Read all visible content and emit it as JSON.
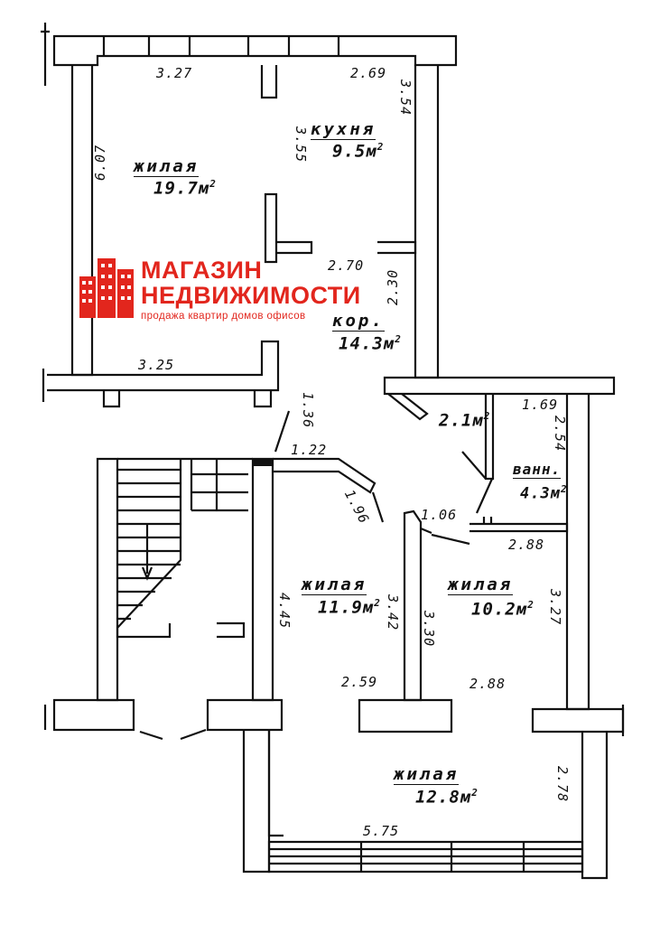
{
  "rooms": {
    "living_1": {
      "name": "жилая",
      "area": "19.7",
      "unit": "м",
      "power": "2"
    },
    "kitchen": {
      "name": "кухня",
      "area": "9.5",
      "unit": "м",
      "power": "2"
    },
    "corridor": {
      "name": "кор.",
      "area": "14.3",
      "unit": "м",
      "power": "2"
    },
    "closet": {
      "area": "2.1",
      "unit": "м",
      "power": "2"
    },
    "bathroom": {
      "name": "ванн.",
      "area": "4.3",
      "unit": "м",
      "power": "2"
    },
    "living_2": {
      "name": "жилая",
      "area": "11.9",
      "unit": "м",
      "power": "2"
    },
    "living_3": {
      "name": "жилая",
      "area": "10.2",
      "unit": "м",
      "power": "2"
    },
    "living_4": {
      "name": "жилая",
      "area": "12.8",
      "unit": "м",
      "power": "2"
    }
  },
  "dimensions": {
    "d_3_27": "3.27",
    "d_2_69": "2.69",
    "d_3_54": "3.54",
    "d_6_07": "6.07",
    "d_3_55": "3.55",
    "d_2_70": "2.70",
    "d_2_30": "2.30",
    "d_3_25": "3.25",
    "d_1_36": "1.36",
    "d_1_22": "1.22",
    "d_1_96": "1.96",
    "d_1_69": "1.69",
    "d_2_54": "2.54",
    "d_1_06": "1.06",
    "d_2_88_top": "2.88",
    "d_4_45": "4.45",
    "d_3_42": "3.42",
    "d_3_30": "3.30",
    "d_3_27b": "3.27",
    "d_2_59": "2.59",
    "d_2_88": "2.88",
    "d_2_78": "2.78",
    "d_5_75": "5.75"
  },
  "watermark": {
    "line1": "МАГАЗИН",
    "line2": "НЕДВИЖИМОСТИ",
    "line3": "продажа квартир домов офисов",
    "color": "#e2261d"
  },
  "colors": {
    "wall": "#111111",
    "background": "#ffffff"
  }
}
